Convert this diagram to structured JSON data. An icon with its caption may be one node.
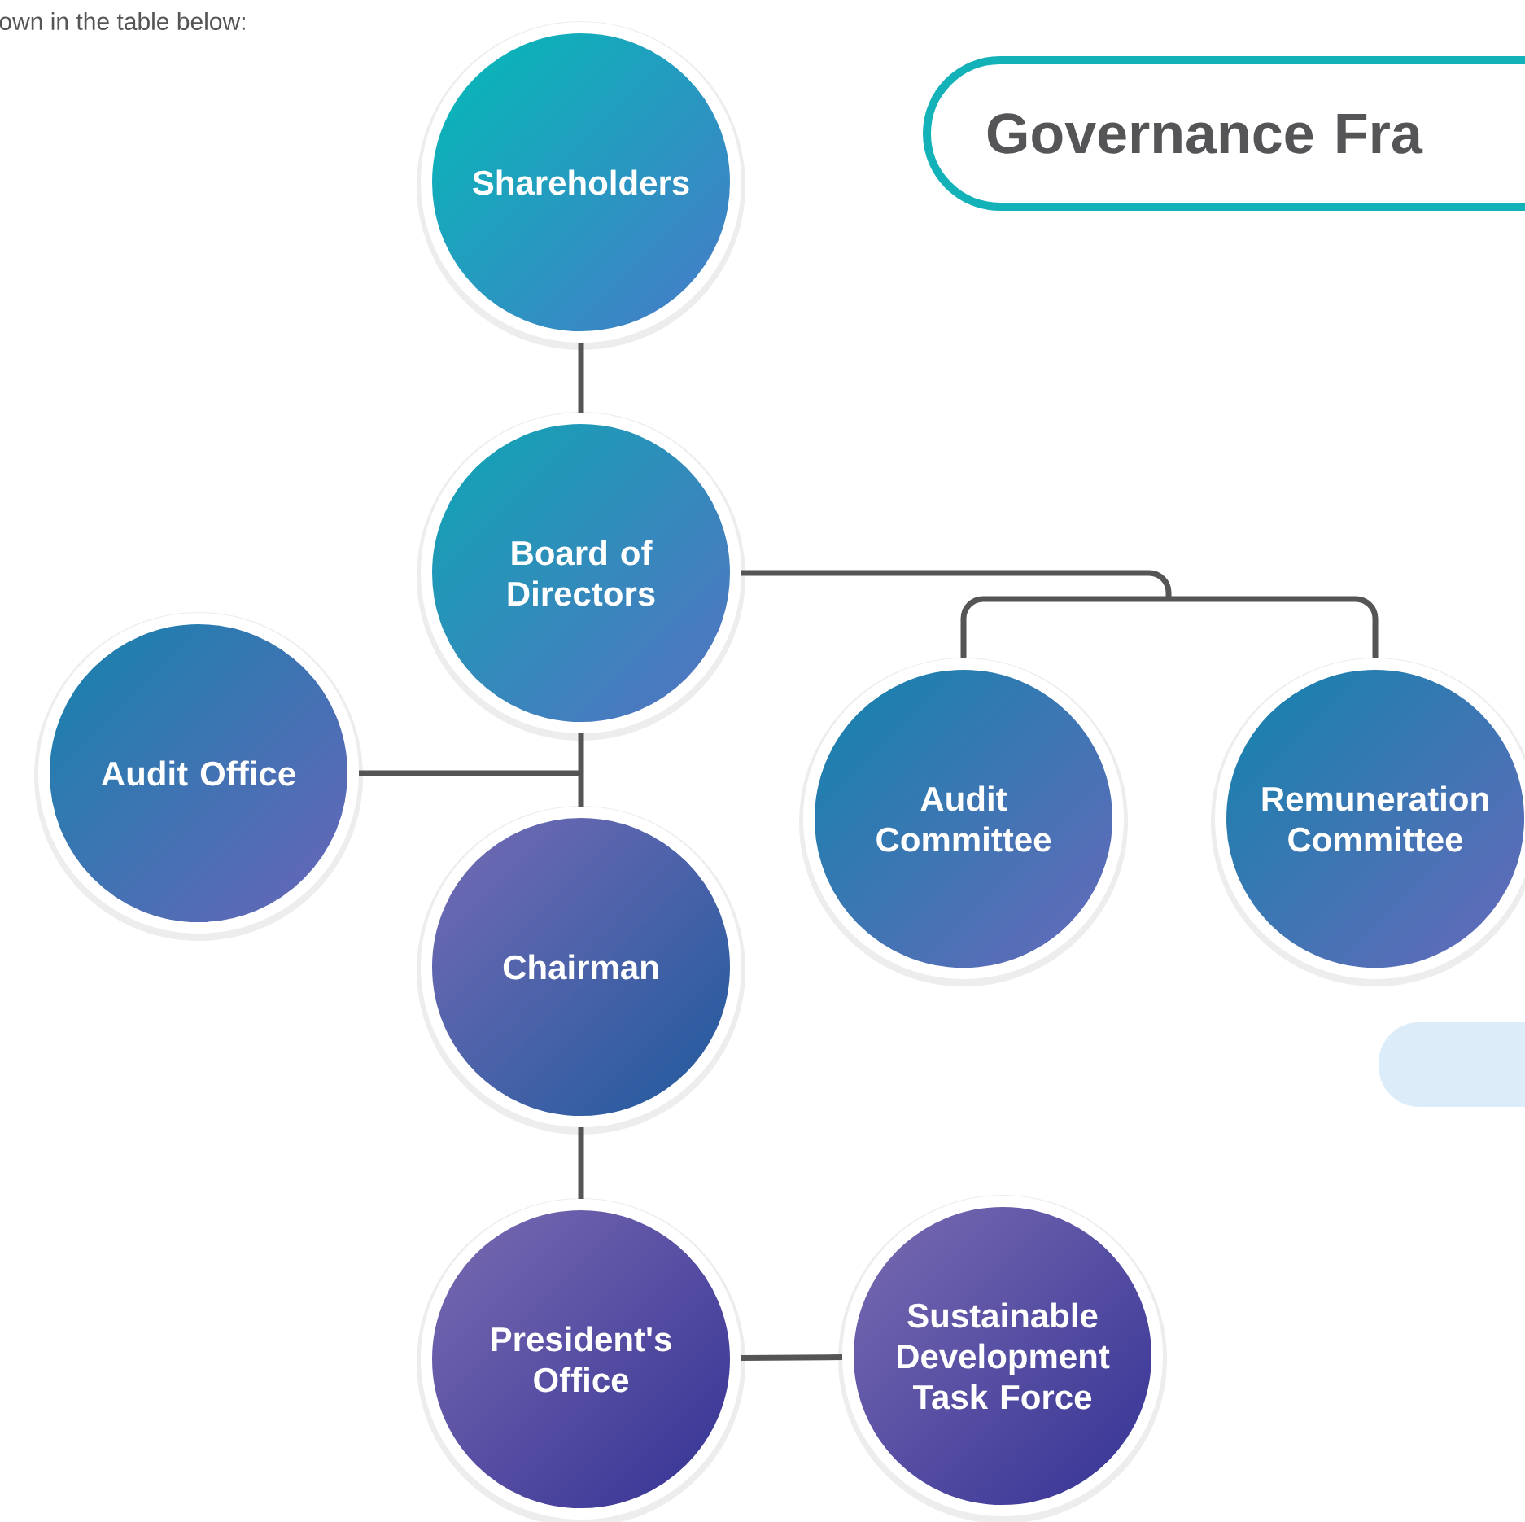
{
  "diagram": {
    "nodes": [
      {
        "text": [
          "Shareholders"
        ]
      },
      {
        "text": [
          "Board of Directors"
        ]
      },
      {
        "text": [
          "Audit Office"
        ]
      },
      {
        "text": [
          "Chairman"
        ]
      },
      {
        "text": [
          "Audit Committee"
        ]
      },
      {
        "text": [
          "Remuneration Committee"
        ]
      },
      {
        "text": [
          "President's Office"
        ]
      },
      {
        "text": [
          "Sustainable Development Task Force"
        ]
      },
      {
        "text": [
          "Governance Fra"
        ]
      }
    ],
    "edges": [
      {
        "from": 0,
        "to": 1,
        "arrow": "none"
      },
      {
        "from": 1,
        "to": 3,
        "arrow": "none"
      },
      {
        "from": 1,
        "to": 2,
        "arrow": "none"
      },
      {
        "from": 1,
        "to": 4,
        "arrow": "none"
      },
      {
        "from": 1,
        "to": 5,
        "arrow": "none"
      },
      {
        "from": 3,
        "to": 6,
        "arrow": "none"
      },
      {
        "from": 6,
        "to": 7,
        "arrow": "none"
      }
    ],
    "labels": [
      "own in the table below:"
    ]
  }
}
